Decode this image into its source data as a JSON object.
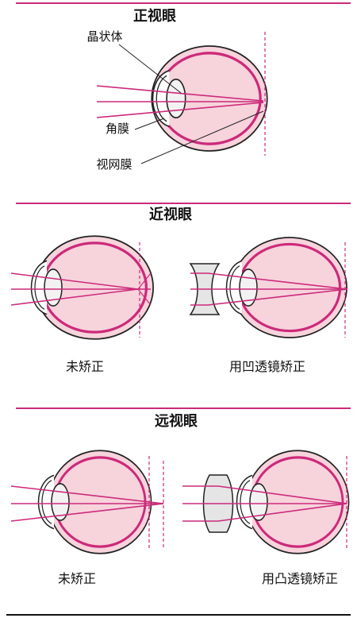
{
  "colors": {
    "accent": "#cc2a7a",
    "eye_fill": "#f7d3dc",
    "eye_stroke": "#222222",
    "lens_fill": "#e5e5e5"
  },
  "sections": {
    "normal": {
      "title": "正视眼",
      "labels": {
        "lens": "晶状体",
        "cornea": "角膜",
        "retina": "视网膜"
      }
    },
    "myopia": {
      "title": "近视眼",
      "uncorrected": "未矫正",
      "corrected": "用凹透镜矫正"
    },
    "hyperopia": {
      "title": "远视眼",
      "uncorrected": "未矫正",
      "corrected": "用凸透镜矫正"
    }
  }
}
